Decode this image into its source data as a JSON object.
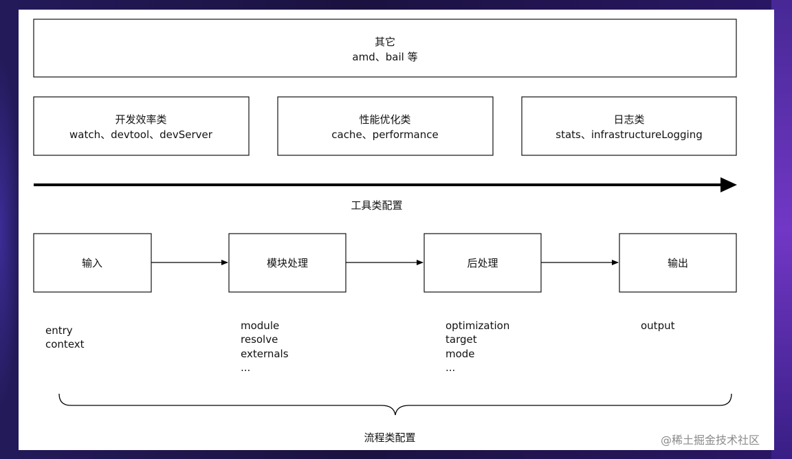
{
  "top_box": {
    "line1": "其它",
    "line2": "amd、bail 等"
  },
  "tool_boxes": [
    {
      "title": "开发效率类",
      "items": "watch、devtool、devServer"
    },
    {
      "title": "性能优化类",
      "items": "cache、performance"
    },
    {
      "title": "日志类",
      "items": "stats、infrastructureLogging"
    }
  ],
  "tool_label": "工具类配置",
  "flow_nodes": [
    {
      "label": "输入",
      "options": [
        "entry",
        "context"
      ]
    },
    {
      "label": "模块处理",
      "options": [
        "module",
        "resolve",
        "externals",
        "..."
      ]
    },
    {
      "label": "后处理",
      "options": [
        "optimization",
        "target",
        "mode",
        "..."
      ]
    },
    {
      "label": "输出",
      "options": [
        "output"
      ]
    }
  ],
  "flow_label": "流程类配置",
  "footer_mark": "@稀土掘金技术社区"
}
